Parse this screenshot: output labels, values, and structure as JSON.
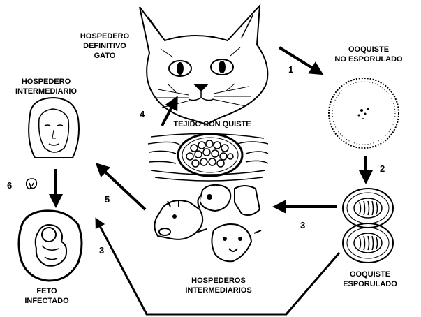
{
  "labels": {
    "definitive_host_line1": "HOSPEDERO",
    "definitive_host_line2": "DEFINITIVO",
    "definitive_host_line3": "GATO",
    "oocyst_unsporulated_line1": "OOQUISTE",
    "oocyst_unsporulated_line2": "NO ESPORULADO",
    "intermediate_host_line1": "HOSPEDERO",
    "intermediate_host_line2": "INTERMEDIARIO",
    "tissue_cyst": "TEJIDO CON QUISTE",
    "intermediate_hosts_line1": "HOSPEDEROS",
    "intermediate_hosts_line2": "INTERMEDIARIOS",
    "oocyst_sporulated_line1": "OOQUISTE",
    "oocyst_sporulated_line2": "ESPORULADO",
    "infected_fetus_line1": "FETO",
    "infected_fetus_line2": "INFECTADO"
  },
  "steps": {
    "s1": "1",
    "s2": "2",
    "s3_right": "3",
    "s3_left": "3",
    "s4": "4",
    "s5": "5",
    "s6": "6"
  },
  "icons": [
    "cat-face-icon",
    "unsporulated-oocyst-icon",
    "sporulated-oocyst-icon",
    "woman-face-icon",
    "tissue-cyst-icon",
    "farm-animals-icon",
    "fetus-in-uterus-icon",
    "small-organism-icon"
  ],
  "colors": {
    "ink": "#000000",
    "background": "#ffffff"
  }
}
